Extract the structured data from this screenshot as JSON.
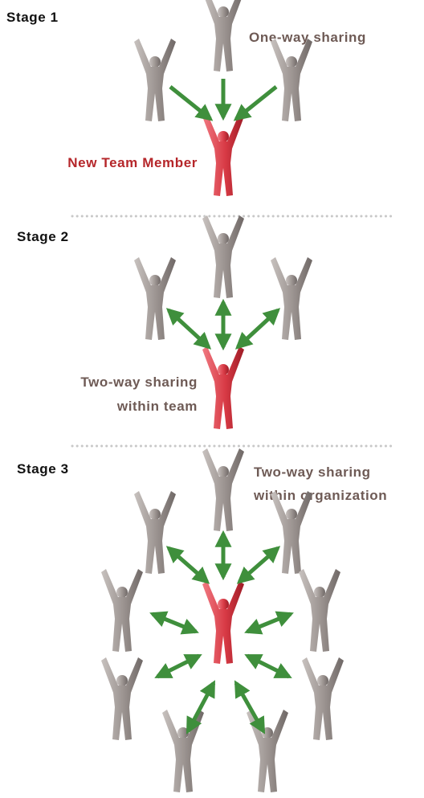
{
  "stage1": {
    "title": "Stage 1",
    "caption": "One-way sharing",
    "new_member_label": "New Team Member"
  },
  "stage2": {
    "title": "Stage 2",
    "caption_line1": "Two-way sharing",
    "caption_line2": "within team"
  },
  "stage3": {
    "title": "Stage 3",
    "caption_line1": "Two-way sharing",
    "caption_line2": "within organization"
  },
  "colors": {
    "stage_title": "#111111",
    "caption": "#6e5a55",
    "highlight_label": "#b5262a",
    "arrow": "#3f8f3c",
    "person_gray": "#9a928f",
    "person_red": "#d83a45",
    "divider": "#c8c8c8"
  }
}
